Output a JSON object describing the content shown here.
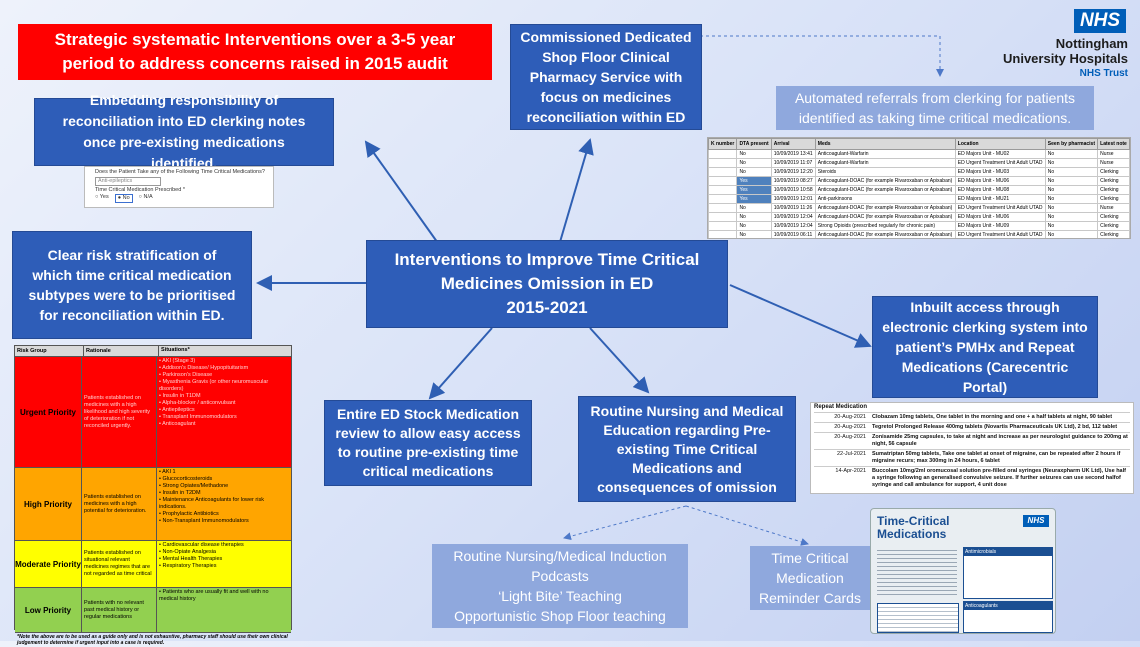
{
  "logo": {
    "badge": "NHS",
    "line1": "Nottingham",
    "line2": "University Hospitals",
    "trust": "NHS Trust"
  },
  "header_red": "Strategic systematic Interventions over a 3-5 year period to address concerns raised in 2015 audit",
  "center": {
    "line1": "Interventions to Improve Time Critical",
    "line2": "Medicines Omission in ED",
    "line3": "2015-2021"
  },
  "boxes": {
    "embedding": "Embedding responsibility of reconciliation into ED clerking notes once pre-existing medications identified.",
    "commissioned": "Commissioned Dedicated Shop Floor Clinical Pharmacy Service with focus on medicines reconciliation within ED",
    "automated": "Automated referrals from clerking for patients identified as taking time critical medications.",
    "risk_strat": "Clear risk stratification of which time critical medication subtypes were to be prioritised for reconciliation within ED.",
    "inbuilt": "Inbuilt access through electronic clerking system into patient’s PMHx and Repeat Medications (Carecentric Portal)",
    "stock": "Entire ED Stock Medication review to allow easy access to routine pre-existing time critical medications",
    "education": "Routine Nursing and Medical Education regarding Pre-existing Time Critical Medications and consequences of omission",
    "induction": "Routine Nursing/Medical Induction Podcasts\n‘Light Bite’ Teaching\nOpportunistic Shop Floor teaching",
    "cards": "Time Critical Medication Reminder Cards"
  },
  "clerking_form": {
    "question": "Does the Patient Take any of the Following Time Critical Medications?",
    "select_value": "Anti-epileptics",
    "prescribed_label": "Time Critical Medication Prescribed *",
    "options": [
      "Yes",
      "No",
      "N/A"
    ],
    "selected": "No"
  },
  "referrals_table": {
    "headers": [
      "K number",
      "DTA present",
      "Arrival",
      "Meds",
      "Location",
      "Seen by pharmacist",
      "Latest note"
    ],
    "rows": [
      [
        "",
        "No",
        "10/09/2019 13:41",
        "Anticoagulant-Warfarin",
        "ED Majors Unit - MU02",
        "No",
        "Nurse"
      ],
      [
        "",
        "No",
        "10/09/2019 11:07",
        "Anticoagulant-Warfarin",
        "ED Urgent Treatment Unit Adult UTAD",
        "No",
        "Nurse"
      ],
      [
        "",
        "No",
        "10/09/2019 12:20",
        "Steroids",
        "ED Majors Unit - MU03",
        "No",
        "Clerking"
      ],
      [
        "",
        "Yes",
        "10/09/2019 08:27",
        "Anticoagulant-DOAC (for example Rivaroxaban or Apixaban)",
        "ED Majors Unit - MU06",
        "No",
        "Clerking"
      ],
      [
        "",
        "Yes",
        "10/09/2019 10:58",
        "Anticoagulant-DOAC (for example Rivaroxaban or Apixaban)",
        "ED Majors Unit - MU08",
        "No",
        "Clerking"
      ],
      [
        "",
        "Yes",
        "10/09/2019 12:01",
        "Anti-parkinsons",
        "ED Majors Unit - MU21",
        "No",
        "Clerking"
      ],
      [
        "",
        "No",
        "10/09/2019 11:26",
        "Anticoagulant-DOAC (for example Rivaroxaban or Apixaban)",
        "ED Urgent Treatment Unit Adult UTAD",
        "No",
        "Nurse"
      ],
      [
        "",
        "No",
        "10/09/2019 12:04",
        "Anticoagulant-DOAC (for example Rivaroxaban or Apixaban)",
        "ED Majors Unit - MU06",
        "No",
        "Clerking"
      ],
      [
        "",
        "No",
        "10/09/2019 12:04",
        "Strong Opioids (prescribed regularly for chronic pain)",
        "ED Majors Unit - MU09",
        "No",
        "Clerking"
      ],
      [
        "",
        "No",
        "10/09/2019 06:11",
        "Anticoagulant-DOAC (for example Rivaroxaban or Apixaban)",
        "ED Urgent Treatment Unit Adult UTAD",
        "No",
        "Clerking"
      ]
    ]
  },
  "risk_table": {
    "headers": [
      "Risk Group",
      "Rationale",
      "Situations*"
    ],
    "rows": [
      {
        "group": "Urgent Priority",
        "color": "#ff0000",
        "rationale": "Patients established on medicines with a high likelihood and high severity of deterioration if not reconciled urgently.",
        "items": [
          "AKI (Stage 3)",
          "Addison's Disease/ Hypopituitarism",
          "Parkinson's Disease",
          "Myasthenia Gravis (or other neuromuscular disorders)",
          "Insulin in T1DM",
          "Alpha-blocker / anticonvulsant",
          "Antiepileptics",
          "Transplant Immunomodulators",
          "Anticoagulant"
        ]
      },
      {
        "group": "High Priority",
        "color": "#ffa500",
        "rationale": "Patients established on medicines with a high potential for deterioration.",
        "items": [
          "AKI 1",
          "Glucocorticosteroids",
          "Strong Opiates/Methadone",
          "Insulin in T2DM",
          "Maintenance Anticoagulants for lower risk indications.",
          "Prophylactic Antibiotics",
          "Non-Transplant Immunomodulators"
        ]
      },
      {
        "group": "Moderate Priority",
        "color": "#ffff00",
        "rationale": "Patients established on situational relevant medicines regimes that are not regarded as time critical",
        "items": [
          "Cardiovascular disease therapies",
          "Non-Opiate Analgesia",
          "Mental Health Therapies",
          "Respiratory Therapies"
        ]
      },
      {
        "group": "Low Priority",
        "color": "#92d050",
        "rationale": "Patients with no relevant past medical history or regular medications",
        "items": [
          "Patients who are usually fit and well with no medical history"
        ]
      }
    ],
    "footnote": "*Note the above are to be used as a guide only and is not exhaustive, pharmacy staff should use their own clinical judgement to determine if urgent input into a case is required."
  },
  "repeat_medication": {
    "title": "Repeat Medication",
    "rows": [
      [
        "20-Aug-2021",
        "Clobazam 10mg tablets, One tablet in the morning and one + a half tablets at night, 90 tablet"
      ],
      [
        "20-Aug-2021",
        "Tegretol Prolonged Release 400mg tablets (Novartis Pharmaceuticals UK Ltd), 2 bd, 112 tablet"
      ],
      [
        "20-Aug-2021",
        "Zonisamide 25mg capsules, to take at night and increase as per neurologist guidance to 200mg at night, 56 capsule"
      ],
      [
        "22-Jul-2021",
        "Sumatriptan 50mg tablets, Take one tablet at onset of migraine, can be repeated after 2 hours if migraine recurs; max 300mg in 24 hours, 6 tablet"
      ],
      [
        "14-Apr-2021",
        "Buccolam 10mg/2ml oromucosal solution pre-filled oral syringes (Neuraxpharm UK Ltd), Use half a syringe following an generalised convulsive seizure. If further seizures can use second halfof syringe and call ambulance for support, 4 unit dose"
      ]
    ]
  },
  "reminder_card": {
    "title": "Time-Critical Medications",
    "col1_head": "Antimicrobials",
    "col2_head": "Anticoagulants"
  },
  "colors": {
    "box_blue": "#2e5db8",
    "light_blue": "#8fa8dd",
    "red": "#ff0000",
    "nhs_blue": "#005eb8"
  }
}
